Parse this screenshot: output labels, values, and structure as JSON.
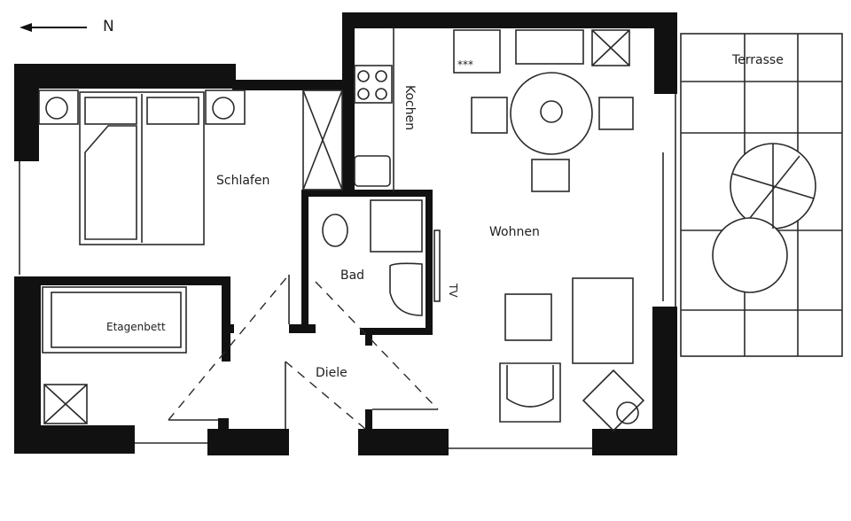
{
  "compass": {
    "label": "N",
    "icon": "north-arrow-icon"
  },
  "rooms": {
    "schlafen": "Schlafen",
    "kochen": "Kochen",
    "wohnen": "Wohnen",
    "terrasse": "Terrasse",
    "bad": "Bad",
    "etagenbett": "Etagenbett",
    "diele": "Diele"
  },
  "fixtures": {
    "tv": "TV",
    "appliance_mark": "***"
  },
  "colors": {
    "wall": "#111111",
    "line": "#2a2a2a",
    "background": "#ffffff"
  }
}
